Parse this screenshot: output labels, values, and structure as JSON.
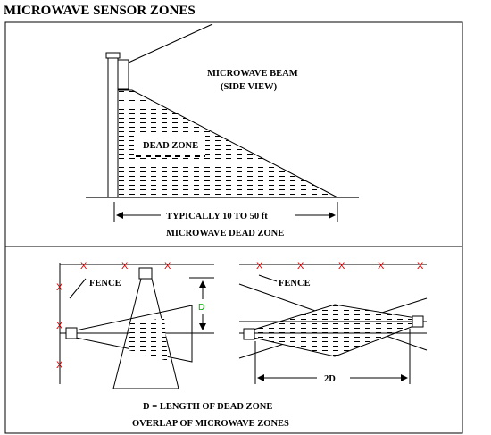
{
  "title": "MICROWAVE SENSOR ZONES",
  "side_view": {
    "beam_label_line1": "MICROWAVE BEAM",
    "beam_label_line2": "(SIDE VIEW)",
    "dead_zone_label": "DEAD ZONE",
    "range_label": "TYPICALLY 10 TO 50 ft",
    "caption": "MICROWAVE DEAD ZONE"
  },
  "top_view": {
    "fence_label_left": "FENCE",
    "fence_label_right": "FENCE",
    "fence_marker": "X",
    "d_label": "D",
    "two_d_label": "2D",
    "definition": "D = LENGTH OF DEAD ZONE",
    "caption": "OVERLAP OF MICROWAVE ZONES"
  },
  "colors": {
    "fence_marker": "#e00000",
    "d_label": "#00aa00",
    "line": "#000000"
  }
}
